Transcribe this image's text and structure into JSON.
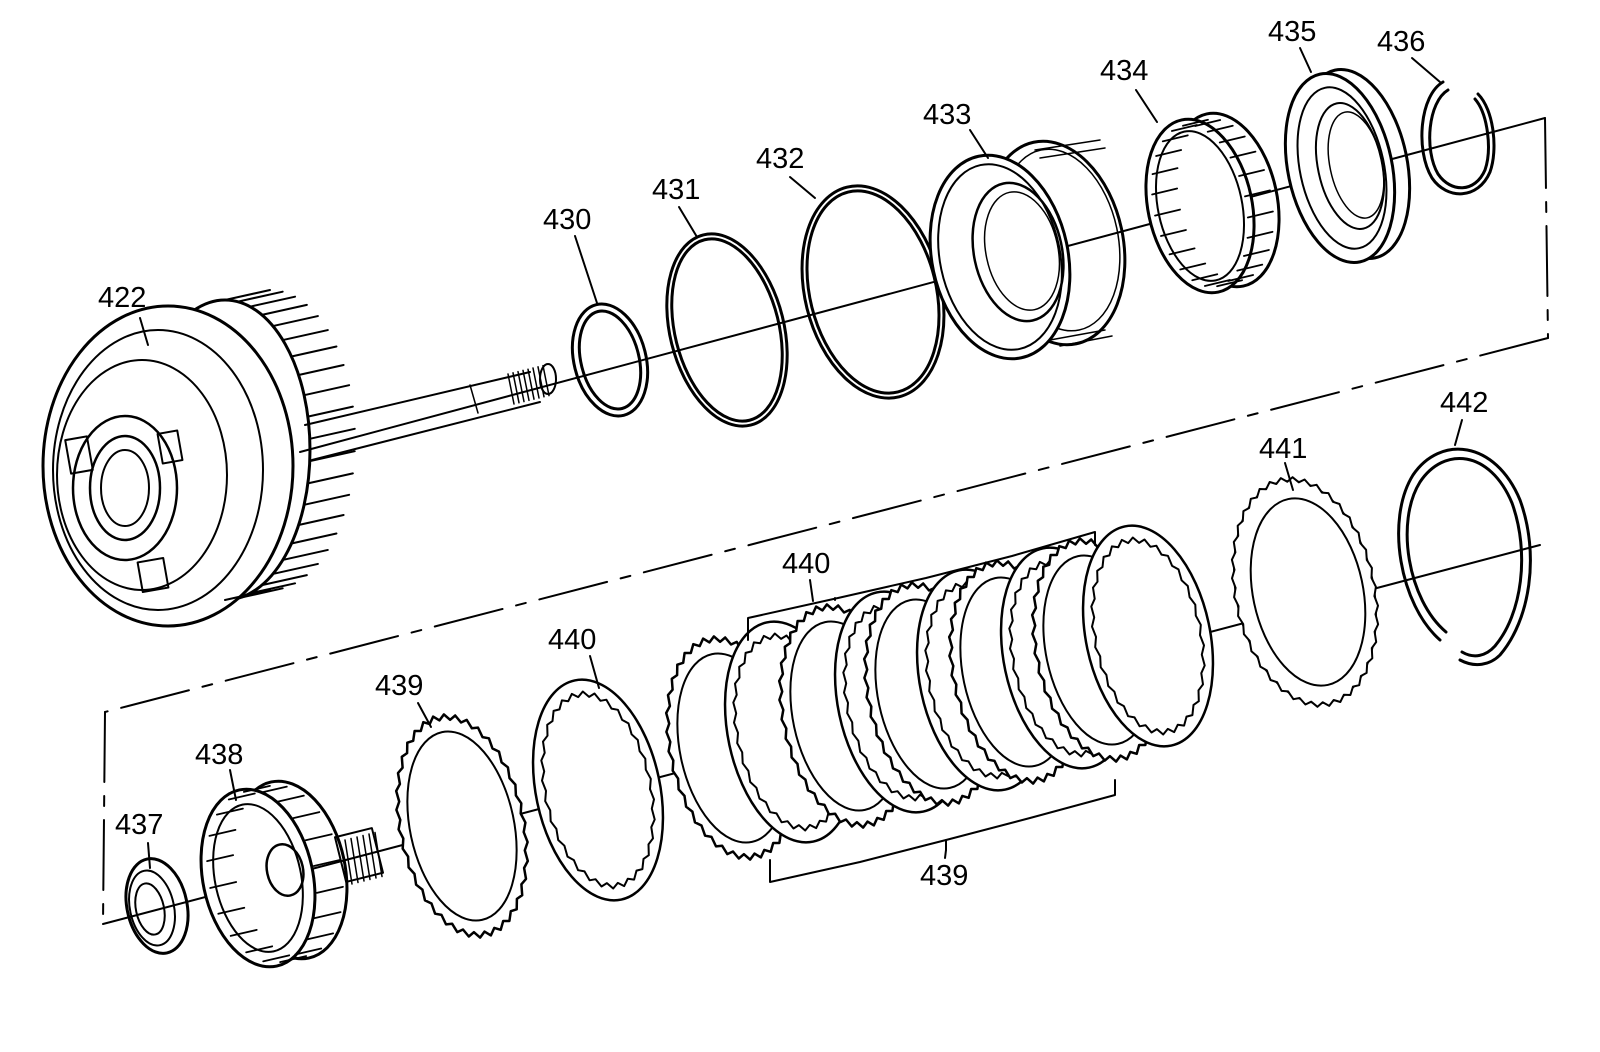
{
  "colors": {
    "ink": "#000000",
    "background": "#ffffff"
  },
  "callouts": [
    {
      "key": "422",
      "label": "422"
    },
    {
      "key": "430",
      "label": "430"
    },
    {
      "key": "431",
      "label": "431"
    },
    {
      "key": "432",
      "label": "432"
    },
    {
      "key": "433",
      "label": "433"
    },
    {
      "key": "434",
      "label": "434"
    },
    {
      "key": "435",
      "label": "435"
    },
    {
      "key": "436",
      "label": "436"
    },
    {
      "key": "437",
      "label": "437"
    },
    {
      "key": "438",
      "label": "438"
    },
    {
      "key": "439a",
      "label": "439"
    },
    {
      "key": "439b",
      "label": "439"
    },
    {
      "key": "440a",
      "label": "440"
    },
    {
      "key": "440b",
      "label": "440"
    },
    {
      "key": "441",
      "label": "441"
    },
    {
      "key": "442",
      "label": "442"
    }
  ]
}
